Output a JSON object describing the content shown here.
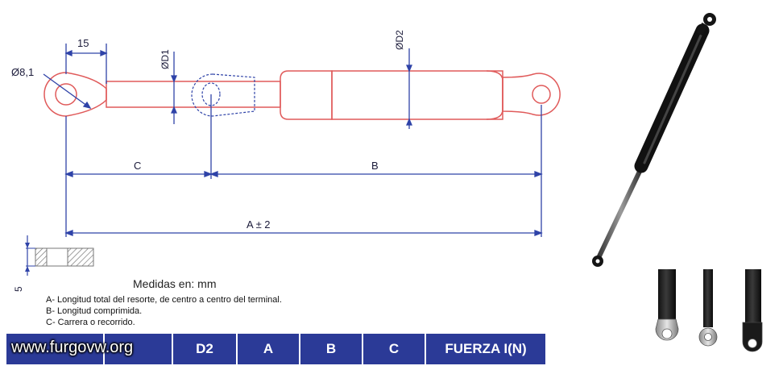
{
  "labels": {
    "dim_15": "15",
    "dim_d81": "Ø8,1",
    "dim_d1": "ØD1",
    "dim_d2": "ØD2",
    "dim_c": "C",
    "dim_b": "B",
    "dim_a": "A ± 2",
    "dim_5": "5"
  },
  "notes": {
    "units": "Medidas en: mm",
    "a": "A- Longitud total del resorte, de centro a centro del terminal.",
    "b": "B- Longitud comprimida.",
    "c": "C- Carrera o recorrido."
  },
  "table": {
    "headers": [
      "",
      "",
      "D2",
      "A",
      "B",
      "C",
      "FUERZA I(N)"
    ]
  },
  "watermark": "www.furgovw.org",
  "colors": {
    "outline_red": "#e05a5a",
    "dimension_blue": "#2f43a8",
    "table_header": "#2b3a97"
  }
}
